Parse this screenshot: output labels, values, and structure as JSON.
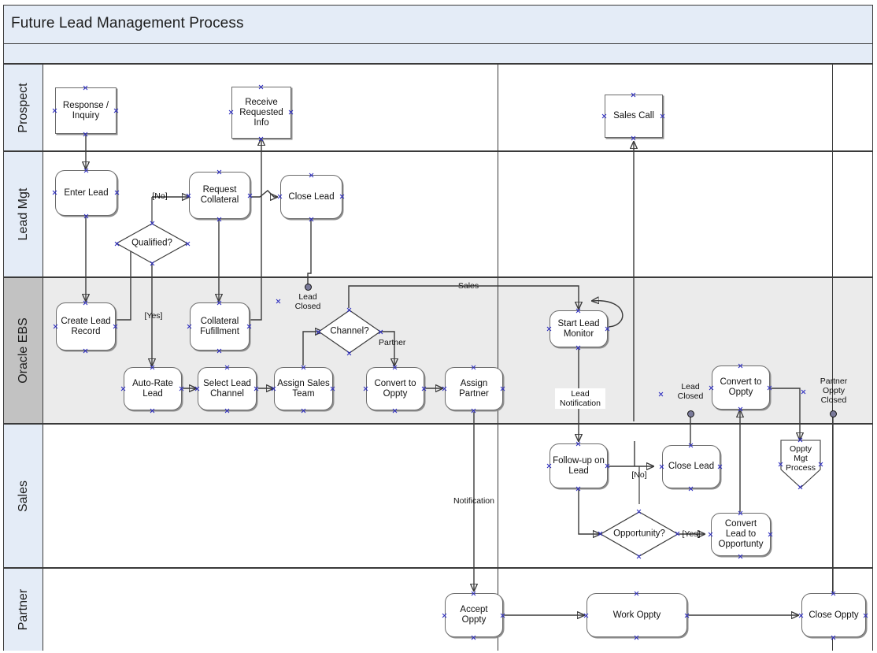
{
  "diagram": {
    "title": "Future Lead Management Process",
    "type": "bpmn-swimlane-flowchart"
  },
  "lanes": [
    {
      "id": "prospect",
      "label": "Prospect",
      "header_color": "#e4ecf7",
      "body_color": "#ffffff"
    },
    {
      "id": "lead_mgt",
      "label": "Lead Mgt",
      "header_color": "#e4ecf7",
      "body_color": "#ffffff"
    },
    {
      "id": "oracle_ebs",
      "label": "Oracle EBS",
      "header_color": "#c2c2c2",
      "body_color": "#ebebeb"
    },
    {
      "id": "sales",
      "label": "Sales",
      "header_color": "#e4ecf7",
      "body_color": "#ffffff"
    },
    {
      "id": "partner",
      "label": "Partner",
      "header_color": "#e4ecf7",
      "body_color": "#ffffff"
    }
  ],
  "nodes": {
    "response_inquiry": {
      "label": "Response /\nInquiry",
      "lane": "prospect",
      "shape": "rectangle"
    },
    "receive_requested": {
      "label": "Receive\nRequested\nInfo",
      "lane": "prospect",
      "shape": "rectangle"
    },
    "sales_call": {
      "label": "Sales Call",
      "lane": "prospect",
      "shape": "rectangle"
    },
    "enter_lead": {
      "label": "Enter Lead",
      "lane": "lead_mgt",
      "shape": "rounded"
    },
    "qualified": {
      "label": "Qualified?",
      "lane": "lead_mgt",
      "shape": "diamond"
    },
    "request_collateral": {
      "label": "Request\nCollateral",
      "lane": "lead_mgt",
      "shape": "rounded"
    },
    "close_lead_lm": {
      "label": "Close Lead",
      "lane": "lead_mgt",
      "shape": "rounded"
    },
    "create_lead_record": {
      "label": "Create Lead\nRecord",
      "lane": "oracle_ebs",
      "shape": "rounded"
    },
    "collateral_fulfil": {
      "label": "Collateral\nFufillment",
      "lane": "oracle_ebs",
      "shape": "rounded"
    },
    "auto_rate_lead": {
      "label": "Auto-Rate\nLead",
      "lane": "oracle_ebs",
      "shape": "rounded"
    },
    "select_lead_channel": {
      "label": "Select Lead\nChannel",
      "lane": "oracle_ebs",
      "shape": "rounded"
    },
    "assign_sales_team": {
      "label": "Assign Sales\nTeam",
      "lane": "oracle_ebs",
      "shape": "rounded"
    },
    "channel": {
      "label": "Channel?",
      "lane": "oracle_ebs",
      "shape": "diamond"
    },
    "convert_to_oppty_1": {
      "label": "Convert to\nOppty",
      "lane": "oracle_ebs",
      "shape": "rounded"
    },
    "assign_partner": {
      "label": "Assign\nPartner",
      "lane": "oracle_ebs",
      "shape": "rounded"
    },
    "start_lead_monitor": {
      "label": "Start Lead\nMonitor",
      "lane": "oracle_ebs",
      "shape": "rounded"
    },
    "convert_to_oppty_2": {
      "label": "Convert to\nOppty",
      "lane": "oracle_ebs",
      "shape": "rounded"
    },
    "follow_up_on_lead": {
      "label": "Follow-up on\nLead",
      "lane": "sales",
      "shape": "rounded"
    },
    "close_lead_sales": {
      "label": "Close Lead",
      "lane": "sales",
      "shape": "rounded"
    },
    "opportunity": {
      "label": "Opportunity?",
      "lane": "sales",
      "shape": "diamond"
    },
    "convert_lead_oppty": {
      "label": "Convert\nLead to\nOpportunty",
      "lane": "sales",
      "shape": "rounded"
    },
    "oppty_mgt_process": {
      "label": "Oppty\nMgt\nProcess",
      "lane": "sales",
      "shape": "pentagon"
    },
    "accept_oppty": {
      "label": "Accept\nOppty",
      "lane": "partner",
      "shape": "rounded"
    },
    "work_oppty": {
      "label": "Work Oppty",
      "lane": "partner",
      "shape": "rounded"
    },
    "close_oppty": {
      "label": "Close Oppty",
      "lane": "partner",
      "shape": "rounded"
    }
  },
  "end_events": [
    {
      "id": "lead_closed_1",
      "label": "Lead\nClosed",
      "lane": "oracle_ebs"
    },
    {
      "id": "lead_closed_2",
      "label": "Lead\nClosed",
      "lane": "oracle_ebs"
    },
    {
      "id": "partner_oppty_closed",
      "label": "Partner\nOppty\nClosed",
      "lane": "oracle_ebs"
    }
  ],
  "edge_labels": [
    {
      "id": "no_qualified",
      "text": "[No]"
    },
    {
      "id": "yes_qualified",
      "text": "[Yes]"
    },
    {
      "id": "channel_sales",
      "text": "Sales"
    },
    {
      "id": "channel_partner",
      "text": "Partner"
    },
    {
      "id": "lead_notification",
      "text": "Lead\nNotification"
    },
    {
      "id": "notification",
      "text": "Notification"
    },
    {
      "id": "no_opportunity",
      "text": "[No]"
    },
    {
      "id": "yes_opportunity",
      "text": "[Yes]"
    }
  ],
  "colors": {
    "title_band": "#e4ecf7",
    "lane_header_default": "#e4ecf7",
    "lane_header_highlight": "#c2c2c2",
    "lane_body_highlight": "#ebebeb",
    "border": "#3a3a3a",
    "node_border": "#6b6b6b",
    "handle": "#2b2bbf",
    "text": "#111111"
  }
}
